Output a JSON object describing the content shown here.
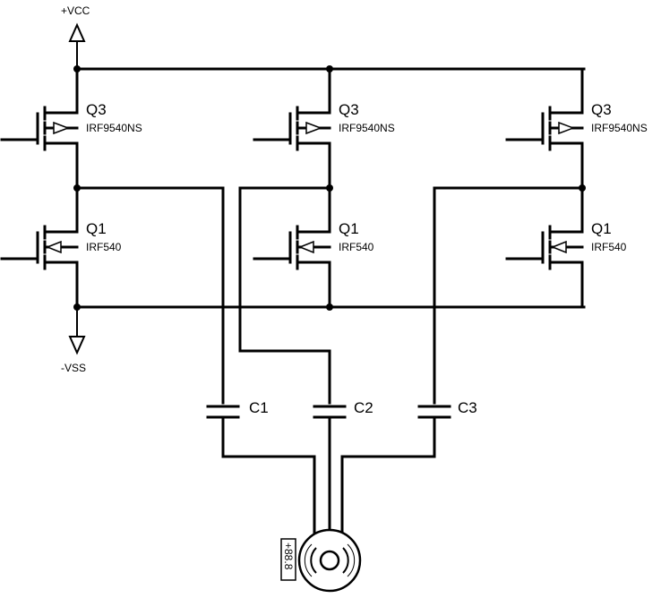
{
  "rails": {
    "vcc": "+VCC",
    "vss": "-VSS"
  },
  "transistors": [
    {
      "ref": "Q3",
      "part": "IRF9540NS"
    },
    {
      "ref": "Q3",
      "part": "IRF9540NS"
    },
    {
      "ref": "Q3",
      "part": "IRF9540NS"
    },
    {
      "ref": "Q1",
      "part": "IRF540"
    },
    {
      "ref": "Q1",
      "part": "IRF540"
    },
    {
      "ref": "Q1",
      "part": "IRF540"
    }
  ],
  "capacitors": [
    "C1",
    "C2",
    "C3"
  ],
  "motor": {
    "display": "+88.8"
  }
}
